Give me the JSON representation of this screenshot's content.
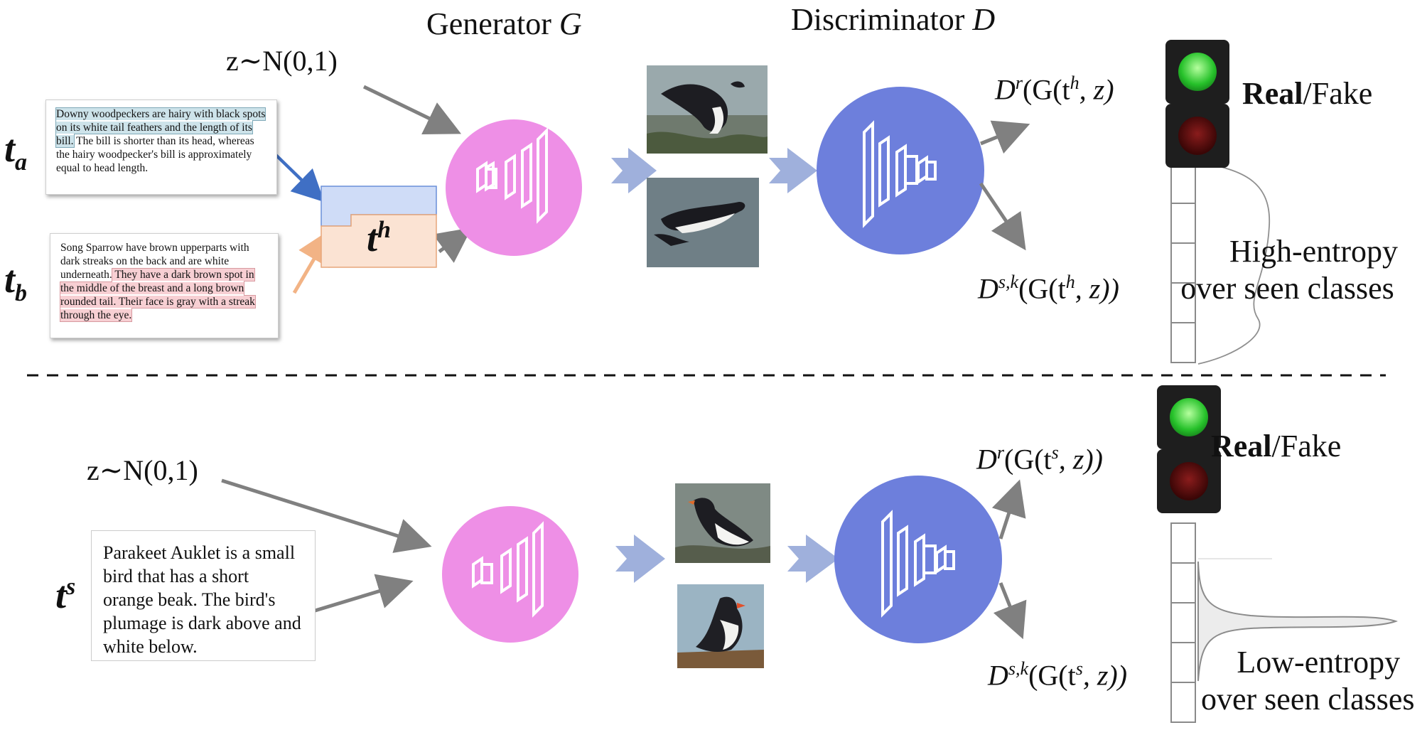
{
  "top": {
    "generator_title": "Generator",
    "generator_symbol": "G",
    "discriminator_title": "Discriminator",
    "discriminator_symbol": "D",
    "noise_label": "z∼N(0,1)",
    "ta_base": "t",
    "ta_sub": "a",
    "tb_base": "t",
    "tb_sub": "b",
    "th_base": "t",
    "th_sup": "h",
    "text_a_highlight": "Downy woodpeckers are hairy with black spots on its white tail feathers and the length of its bill.",
    "text_a_rest": " The bill is shorter than its head, whereas the hairy woodpecker's bill is approximately equal to head length.",
    "text_b_rest": "Song Sparrow have brown upperparts with dark streaks on the back and are white underneath.",
    "text_b_highlight": " They have a dark brown spot in the middle of the breast and a long brown rounded tail. Their face is gray with a streak through the eye.",
    "real_output_base": "D",
    "real_output_sup": "r",
    "real_output_rest": "(G(t",
    "real_output_tsup": "h",
    "real_output_end": ", z)",
    "class_output_base": "D",
    "class_output_sup": "s,k",
    "class_output_rest": "(G(t",
    "class_output_tsup": "h",
    "class_output_end": ", z))",
    "real_label": "Real",
    "fake_label": "/Fake",
    "entropy_line1": "High-entropy",
    "entropy_line2": "over seen classes"
  },
  "bottom": {
    "noise_label": "z∼N(0,1)",
    "ts_base": "t",
    "ts_sup": "s",
    "text_s": "Parakeet Auklet is a small bird that has a short orange beak. The bird's plumage is dark above and white below.",
    "real_output_base": "D",
    "real_output_sup": "r",
    "real_output_rest": "(G(t",
    "real_output_tsup": "s",
    "real_output_end": ", z))",
    "class_output_base": "D",
    "class_output_sup": "s,k",
    "class_output_rest": "(G(t",
    "class_output_tsup": "s",
    "class_output_end": ", z))",
    "real_label": "Real",
    "fake_label": "/Fake",
    "entropy_line1": "Low-entropy",
    "entropy_line2": "over seen classes"
  },
  "colors": {
    "generator": "#ee8fe6",
    "discriminator": "#6d7fdc",
    "block_arrow": "#9fb0dc",
    "arrow": "#808080",
    "ta_arrow": "#3f6fc4",
    "tb_arrow": "#f2b385",
    "th_top": "#cfdcf7",
    "th_bottom": "#fbe3d3"
  }
}
